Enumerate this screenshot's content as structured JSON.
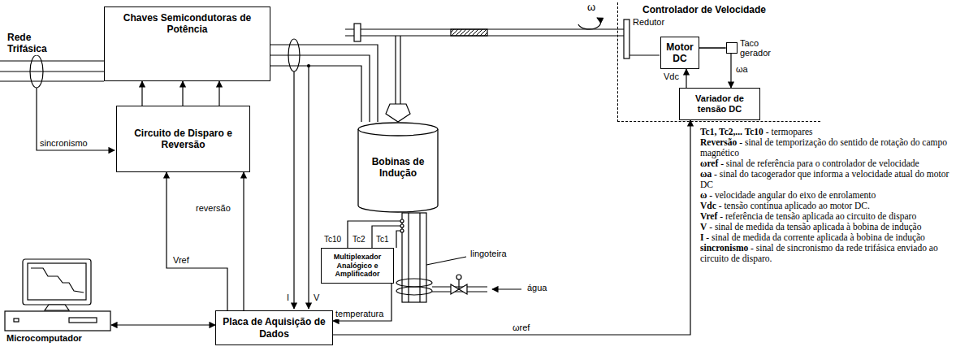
{
  "diagram": {
    "nodes": [
      {
        "text": [
          "Chaves Semicondutoras de Potência"
        ]
      },
      {
        "text": [
          "Controlador de Velocidade"
        ]
      },
      {
        "text": [
          "Motor DC"
        ],
        "in": 1
      },
      {
        "text": [
          "Taco gerador"
        ],
        "in": 1
      },
      {
        "text": [
          "Variador de tensão DC"
        ],
        "in": 1
      },
      {
        "text": [
          "Circuito de Disparo e Reversão"
        ]
      },
      {
        "text": [
          "Bobinas de Indução"
        ]
      },
      {
        "text": [
          "Multiplexador Analógico e Amplificador"
        ]
      },
      {
        "text": [
          "Microcomputador"
        ]
      },
      {
        "text": [
          "Placa de Aquisição de Dados"
        ]
      }
    ],
    "edges": [
      {
        "from": 5,
        "to": 0,
        "arrow": "to"
      },
      {
        "from": 5,
        "to": 0,
        "arrow": "to"
      },
      {
        "from": 5,
        "to": 0,
        "arrow": "to"
      },
      {
        "from": 0,
        "to": 6,
        "arrow": "none"
      },
      {
        "from": 0,
        "to": 6,
        "arrow": "none"
      },
      {
        "from": 0,
        "to": 6,
        "arrow": "none"
      },
      {
        "from": 9,
        "to": 5,
        "label": "Vref",
        "arrow": "to"
      },
      {
        "from": 9,
        "to": 5,
        "label": "reversão",
        "arrow": "to"
      },
      {
        "from": 7,
        "to": 9,
        "label": "temperatura",
        "arrow": "to"
      },
      {
        "from": 9,
        "to": 4,
        "label": "ωref",
        "arrow": "to"
      },
      {
        "from": 3,
        "to": 4,
        "label": "ωa",
        "arrow": "to"
      },
      {
        "from": 4,
        "to": 2,
        "label": "Vdc",
        "arrow": "to"
      },
      {
        "from": 2,
        "to": 3,
        "arrow": "none"
      },
      {
        "from": 8,
        "to": 9,
        "arrow": "both"
      }
    ],
    "labels": [
      "Rede Trifásica",
      "sincronismo",
      "I",
      "V",
      "ω",
      "Redutor",
      "lingoteira",
      "água",
      "Tc10",
      "Tc2",
      "Tc1",
      "Tc1, Tc2,... Tc10",
      "- termopares",
      "Reversão",
      "- sinal de temporização do sentido de rotação do campo magnético",
      "ωref",
      "- sinal de referência para o controlador de velocidade",
      "ωa",
      "- sinal do tacogerador que informa a velocidade atual do motor DC",
      "ω",
      "- velocidade angular do eixo de enrolamento",
      "Vdc",
      "- tensão contínua aplicado ao motor DC.",
      "Vref",
      "- referência de tensão aplicada ao circuito de disparo",
      "V",
      "- sinal de medida da tensão aplicada à bobina de indução",
      "I",
      "- sinal de medida da corrente aplicada à bobina de indução",
      "sincronismo",
      "- sinal de sincronismo da rede trifásica enviado ao circuito de disparo."
    ]
  }
}
